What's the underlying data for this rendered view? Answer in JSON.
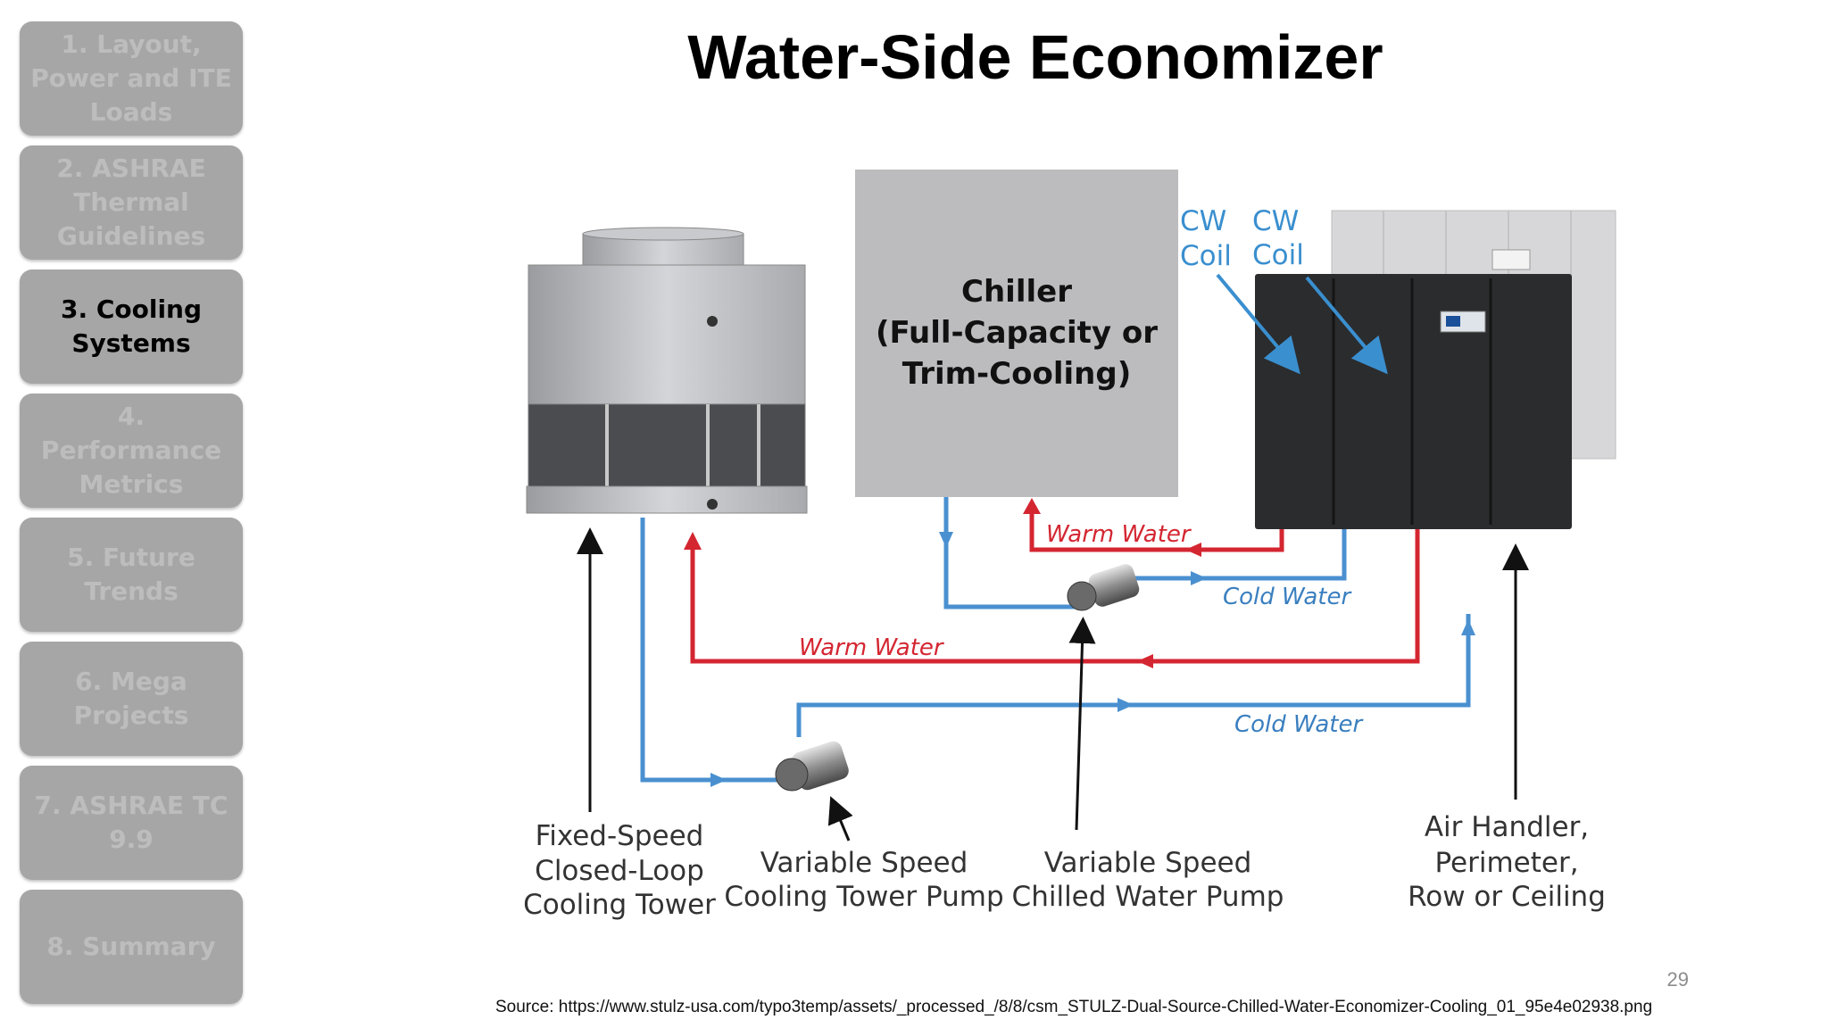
{
  "sidebar": {
    "items": [
      {
        "label": "1. Layout, Power and ITE Loads",
        "active": false
      },
      {
        "label": "2. ASHRAE Thermal Guidelines",
        "active": false
      },
      {
        "label": "3. Cooling Systems",
        "active": true
      },
      {
        "label": "4. Performance Metrics",
        "active": false
      },
      {
        "label": "5. Future Trends",
        "active": false
      },
      {
        "label": "6. Mega Projects",
        "active": false
      },
      {
        "label": "7. ASHRAE TC 9.9",
        "active": false
      },
      {
        "label": "8. Summary",
        "active": false
      }
    ]
  },
  "slide": {
    "title": "Water-Side Economizer",
    "page_number": "29",
    "source": "Source: https://www.stulz-usa.com/typo3temp/assets/_processed_/8/8/csm_STULZ-Dual-Source-Chilled-Water-Economizer-Cooling_01_95e4e02938.png"
  },
  "diagram": {
    "chiller": {
      "line1": "Chiller",
      "line2": "(Full-Capacity or",
      "line3": "Trim-Cooling)"
    },
    "cw_coil_1": {
      "line1": "CW",
      "line2": "Coil"
    },
    "cw_coil_2": {
      "line1": "CW",
      "line2": "Coil"
    },
    "flow_labels": {
      "warm_upper": "Warm Water",
      "cold_upper": "Cold Water",
      "warm_lower": "Warm Water",
      "cold_lower": "Cold Water"
    },
    "captions": {
      "tower": {
        "line1": "Fixed-Speed",
        "line2": "Closed-Loop",
        "line3": "Cooling Tower"
      },
      "tower_pump": {
        "line1": "Variable Speed",
        "line2": "Cooling Tower Pump"
      },
      "chw_pump": {
        "line1": "Variable Speed",
        "line2": "Chilled Water Pump"
      },
      "air_handler": {
        "line1": "Air Handler,",
        "line2": "Perimeter,",
        "line3": "Row or Ceiling"
      }
    }
  },
  "colors": {
    "warm_pipe": "#d42631",
    "cold_pipe": "#4a90d0",
    "nav_background": "#a6a6a6",
    "chiller_box": "#bcbcbe",
    "air_handler": "#2b2c2e"
  }
}
